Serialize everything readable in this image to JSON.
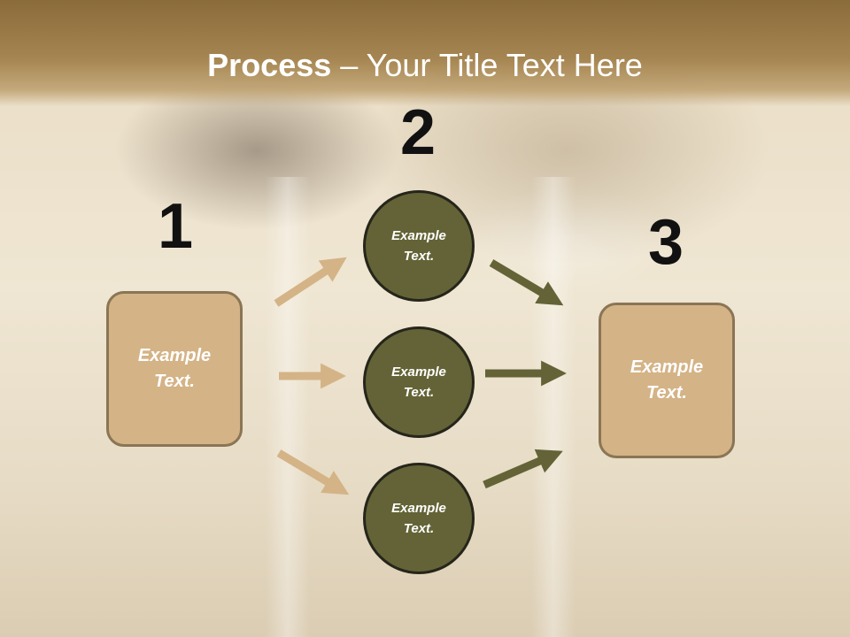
{
  "title": {
    "bold": "Process",
    "rest": " – Your Title Text Here"
  },
  "steps": [
    {
      "number": "1",
      "label": "Example Text."
    },
    {
      "number": "2",
      "items": [
        "Example Text.",
        "Example Text.",
        "Example Text."
      ]
    },
    {
      "number": "3",
      "label": "Example Text."
    }
  ],
  "colors": {
    "title_bar": "#a58551",
    "box_fill": "#d4b386",
    "box_border": "#8a7555",
    "circle_fill": "#636337",
    "circle_border": "#25251a",
    "arrow_tan": "#d4b386",
    "arrow_olive": "#636337"
  }
}
